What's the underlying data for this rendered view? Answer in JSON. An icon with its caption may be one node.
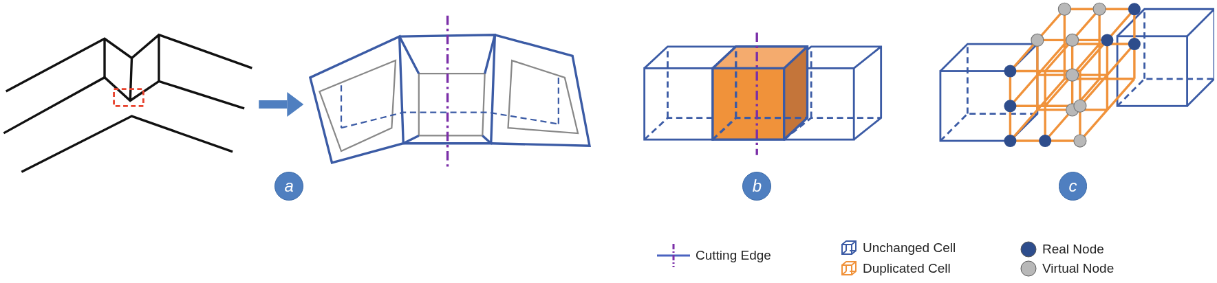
{
  "diagram": {
    "nodes": [
      {
        "text": [],
        "shape": "picture"
      },
      {
        "text": [],
        "shape": "picture"
      },
      {
        "text": [
          "a"
        ]
      },
      {
        "text": [],
        "shape": "picture"
      },
      {
        "text": [
          "b"
        ]
      },
      {
        "text": [],
        "shape": "picture"
      },
      {
        "text": [
          "c"
        ]
      }
    ],
    "edges": [
      {
        "from": 0,
        "to": 1,
        "arrow": "to"
      }
    ],
    "legend": [
      {
        "text": "Cutting Edge"
      },
      {
        "text": "Unchanged Cell"
      },
      {
        "text": "Duplicated Cell"
      },
      {
        "text": "Real Node",
        "color": "#2e4d8c"
      },
      {
        "text": "Virtual Node",
        "color": "#b8b8b8"
      }
    ]
  }
}
